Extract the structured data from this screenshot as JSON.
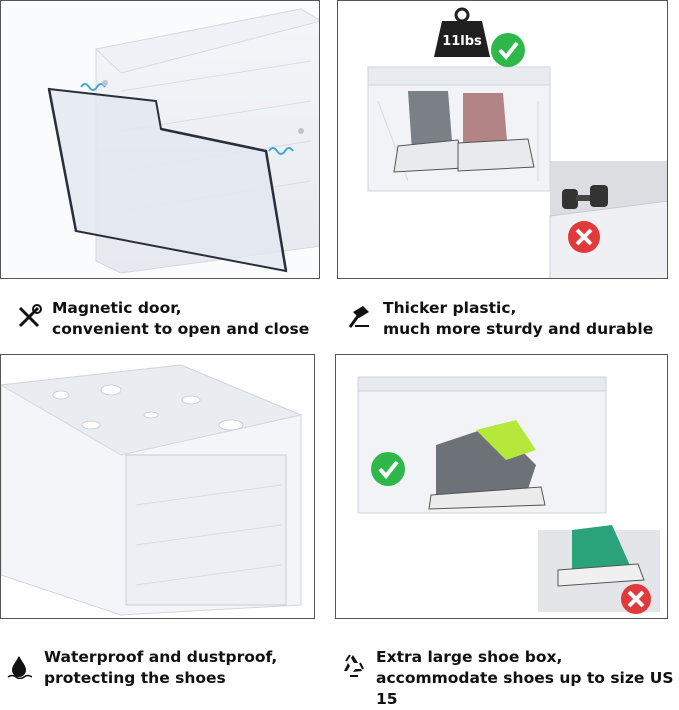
{
  "panels": {
    "p1": {
      "caption_line1": "Magnetic door,",
      "caption_line2": "convenient to open and close",
      "icon": "tools-icon"
    },
    "p2": {
      "caption_line1": "Thicker plastic,",
      "caption_line2": "much more sturdy and durable",
      "icon": "hammer-icon",
      "weight_label": "11lbs"
    },
    "p3": {
      "caption_line1": "Waterproof and dustproof,",
      "caption_line2": "protecting the shoes",
      "icon": "water-drop-icon"
    },
    "p4": {
      "caption_line1": "Extra large shoe box,",
      "caption_line2": "accommodate shoes up to size US 15",
      "icon": "recycle-icon"
    }
  },
  "colors": {
    "check_green": "#2fb84a",
    "cross_red": "#e03a3a",
    "outline": "#555555"
  }
}
